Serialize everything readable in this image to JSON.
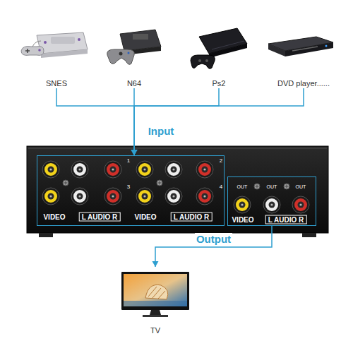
{
  "diagram": {
    "nodes": [
      {
        "text": [
          "SNES"
        ]
      },
      {
        "text": [
          "N64"
        ]
      },
      {
        "text": [
          "Ps2"
        ]
      },
      {
        "text": [
          "DVD player......"
        ]
      },
      {
        "text": [
          "VIDEO",
          "L AUDIO R",
          "VIDEO",
          "L AUDIO R"
        ]
      },
      {
        "text": [
          "VIDEO",
          "L AUDIO R"
        ]
      },
      {
        "text": [
          "TV"
        ]
      }
    ],
    "edges": [
      {
        "from": 0,
        "to": 4,
        "arrow": "to"
      },
      {
        "from": 1,
        "to": 4,
        "arrow": "to"
      },
      {
        "from": 2,
        "to": 4,
        "arrow": "to"
      },
      {
        "from": 3,
        "to": 4,
        "arrow": "to"
      },
      {
        "from": 5,
        "to": 6,
        "label": "Output",
        "arrow": "to"
      }
    ],
    "labels": [
      "Input",
      "1",
      "2",
      "3",
      "4",
      "OUT",
      "OUT",
      "OUT"
    ]
  }
}
